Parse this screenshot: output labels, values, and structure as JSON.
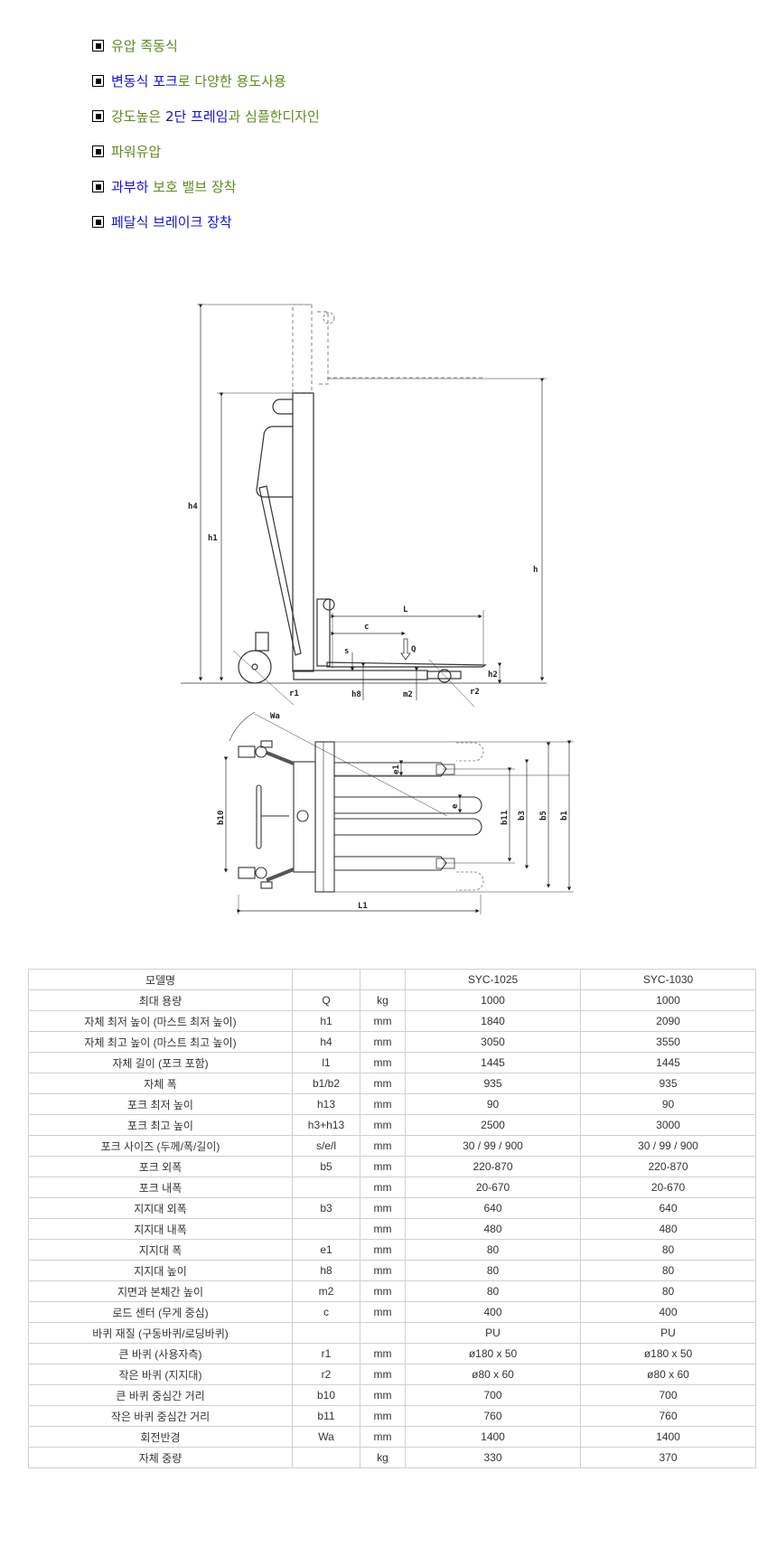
{
  "features": [
    {
      "segments": [
        {
          "text": "유압 족동식",
          "color": "green"
        }
      ]
    },
    {
      "segments": [
        {
          "text": "변동식 포크",
          "color": "blue"
        },
        {
          "text": "로 다양한 용도사용",
          "color": "green"
        }
      ]
    },
    {
      "segments": [
        {
          "text": "강도높은 ",
          "color": "green"
        },
        {
          "text": "2단 프레임",
          "color": "blue"
        },
        {
          "text": "과 심플한디자인",
          "color": "green"
        }
      ]
    },
    {
      "segments": [
        {
          "text": "파워유압",
          "color": "green"
        }
      ]
    },
    {
      "segments": [
        {
          "text": "과부하 ",
          "color": "blue"
        },
        {
          "text": "보호 밸브 장착",
          "color": "green"
        }
      ]
    },
    {
      "segments": [
        {
          "text": "페달식 브레이크 장착",
          "color": "blue"
        }
      ]
    }
  ],
  "colors": {
    "green": "#5e8a1e",
    "blue": "#1010e6"
  },
  "diagram": {
    "side_labels": {
      "h4": "h4",
      "h1": "h1",
      "h": "h",
      "L": "L",
      "c": "c",
      "s": "s",
      "Q": "Q",
      "h2": "h2",
      "h8": "h8",
      "m2": "m2",
      "r1": "r1",
      "r2": "r2"
    },
    "top_labels": {
      "Wa": "Wa",
      "b10": "b10",
      "e1": "e1",
      "e": "e",
      "b11": "b11",
      "b3": "b3",
      "b5": "b5",
      "b1": "b1",
      "L1": "L1"
    }
  },
  "spec_table": {
    "header": [
      "모델명",
      "",
      "",
      "SYC-1025",
      "SYC-1030"
    ],
    "rows": [
      [
        "최대 용량",
        "Q",
        "kg",
        "1000",
        "1000"
      ],
      [
        "자체 최저 높이 (마스트 최저 높이)",
        "h1",
        "mm",
        "1840",
        "2090"
      ],
      [
        "자체 최고 높이 (마스트 최고 높이)",
        "h4",
        "mm",
        "3050",
        "3550"
      ],
      [
        "자체 길이 (포크 포함)",
        "l1",
        "mm",
        "1445",
        "1445"
      ],
      [
        "자체 폭",
        "b1/b2",
        "mm",
        "935",
        "935"
      ],
      [
        "포크 최저 높이",
        "h13",
        "mm",
        "90",
        "90"
      ],
      [
        "포크 최고 높이",
        "h3+h13",
        "mm",
        "2500",
        "3000"
      ],
      [
        "포크 사이즈 (두께/폭/길이)",
        "s/e/l",
        "mm",
        "30 / 99 / 900",
        "30 / 99 / 900"
      ],
      [
        "포크 외폭",
        "b5",
        "mm",
        "220-870",
        "220-870"
      ],
      [
        "포크 내폭",
        "",
        "mm",
        "20-670",
        "20-670"
      ],
      [
        "지지대 외폭",
        "b3",
        "mm",
        "640",
        "640"
      ],
      [
        "지지대 내폭",
        "",
        "mm",
        "480",
        "480"
      ],
      [
        "지지대 폭",
        "e1",
        "mm",
        "80",
        "80"
      ],
      [
        "지지대 높이",
        "h8",
        "mm",
        "80",
        "80"
      ],
      [
        "지면과 본체간 높이",
        "m2",
        "mm",
        "80",
        "80"
      ],
      [
        "로드 센터 (무게 중심)",
        "c",
        "mm",
        "400",
        "400"
      ],
      [
        "바퀴 재질 (구동바퀴/로딩바퀴)",
        "",
        "",
        "PU",
        "PU"
      ],
      [
        "큰 바퀴 (사용자측)",
        "r1",
        "mm",
        "ø180 x 50",
        "ø180 x 50"
      ],
      [
        "작은 바퀴 (지지대)",
        "r2",
        "mm",
        "ø80 x 60",
        "ø80 x 60"
      ],
      [
        "큰 바퀴 중심간 거리",
        "b10",
        "mm",
        "700",
        "700"
      ],
      [
        "작은 바퀴 중심간 거리",
        "b11",
        "mm",
        "760",
        "760"
      ],
      [
        "회전반경",
        "Wa",
        "mm",
        "1400",
        "1400"
      ],
      [
        "자체 중량",
        "",
        "kg",
        "330",
        "370"
      ]
    ]
  }
}
